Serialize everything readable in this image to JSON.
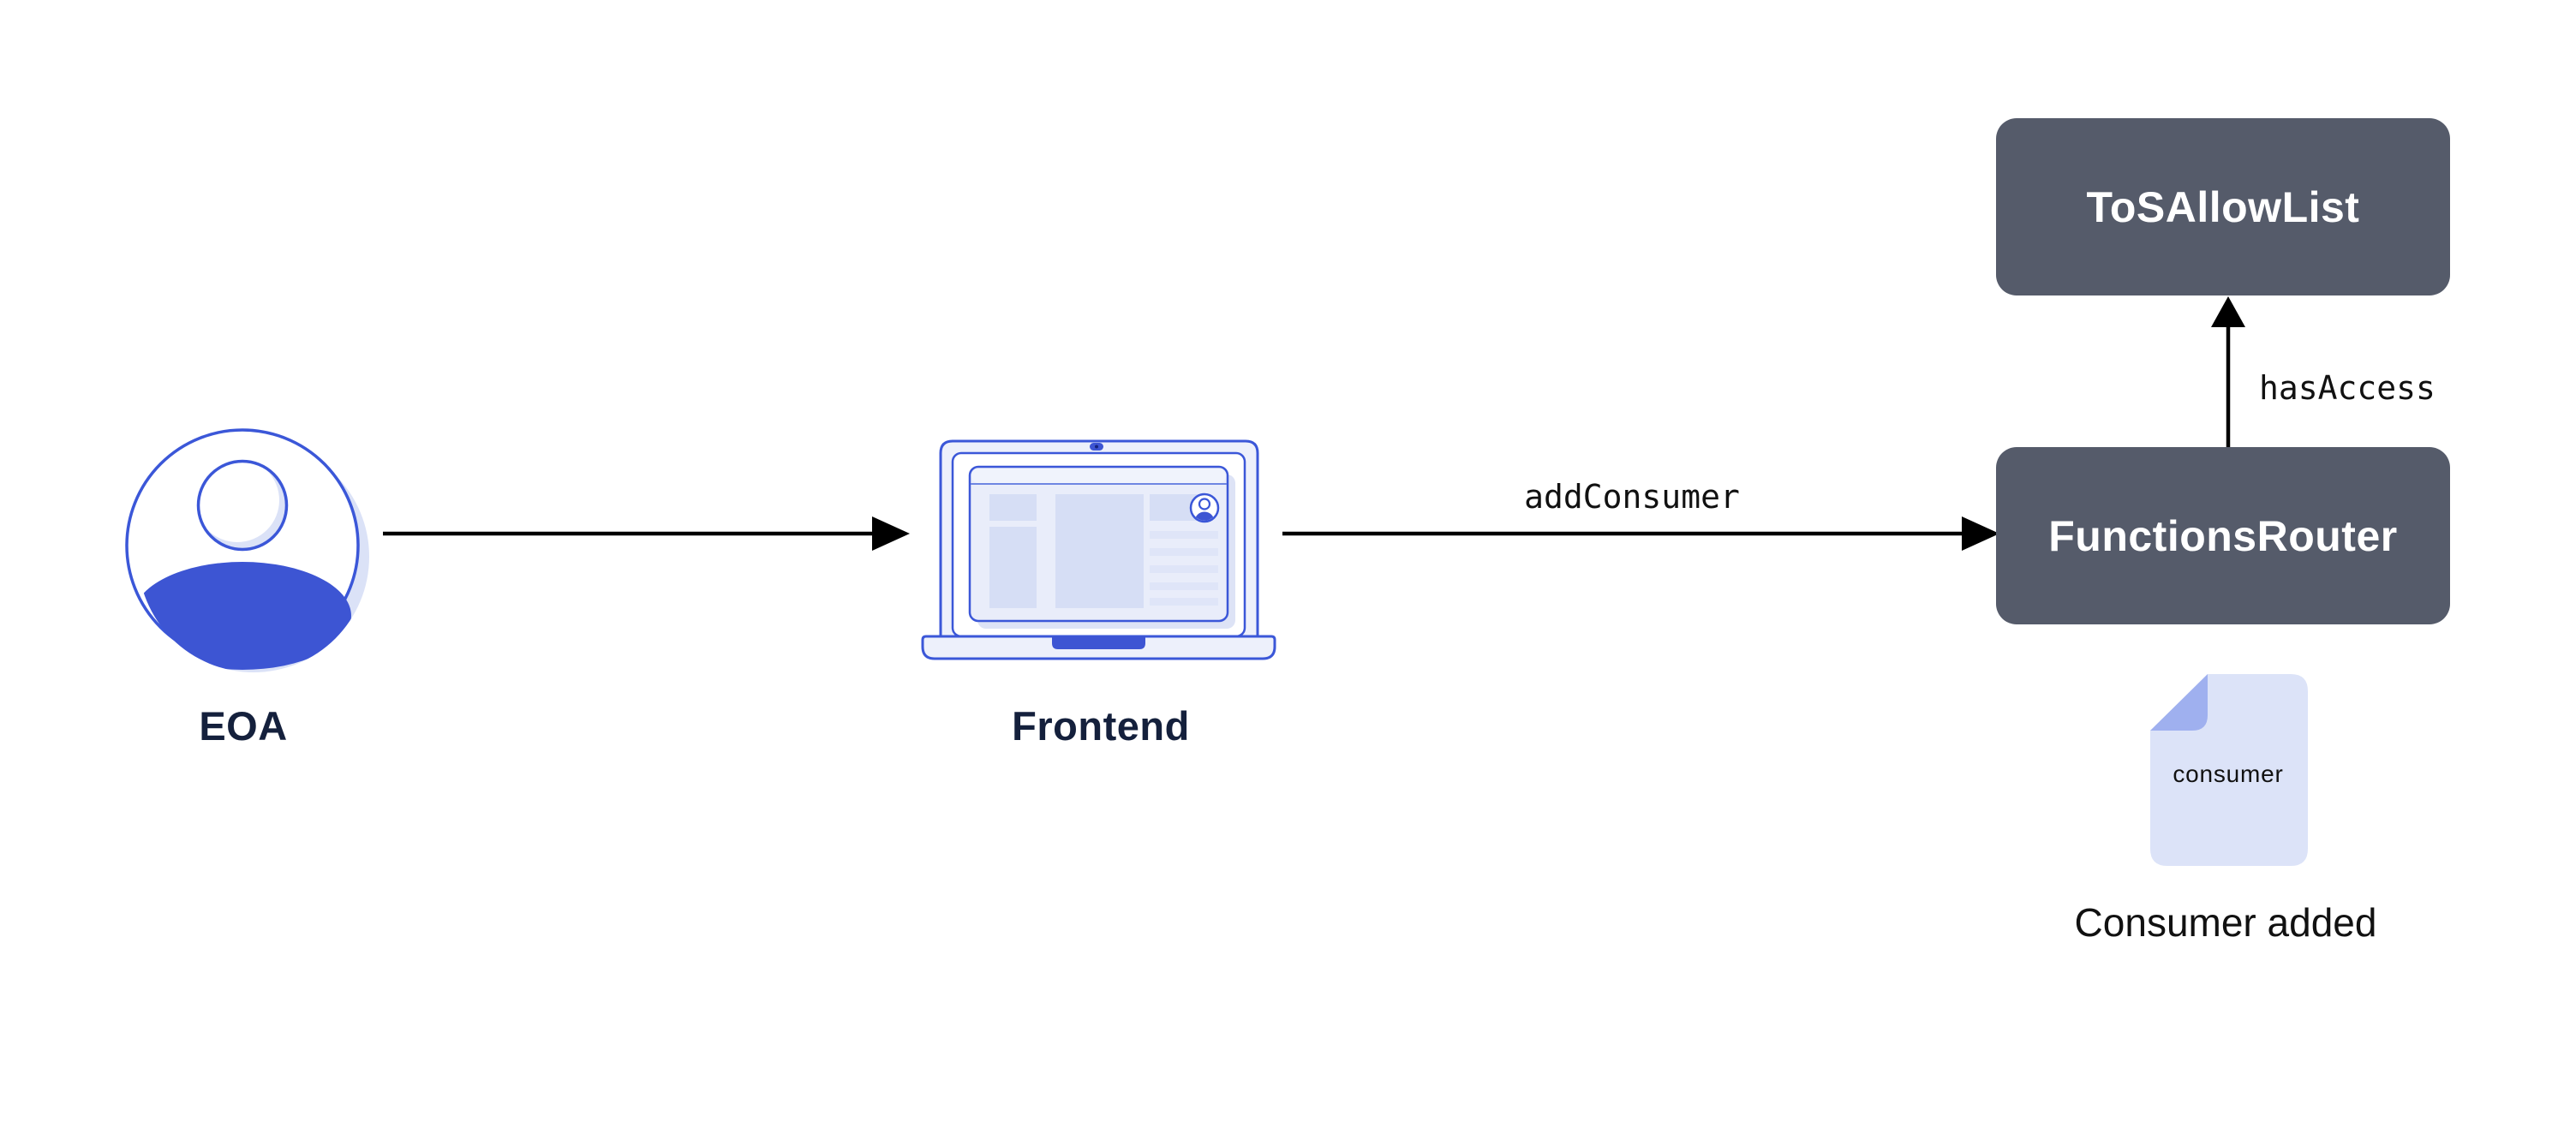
{
  "diagram_title": "",
  "colors": {
    "accent_blue": "#3b57d8",
    "solid_blue": "#3d55d3",
    "light_blue": "#dbe2f7",
    "panel_blue": "#e9edfa",
    "topbar_blue": "#f0f3fc",
    "block_blue": "#d6def5",
    "row_blue": "#dfe5f8",
    "lid_blue": "#edf0fb",
    "shadow_blue": "#dde3f6",
    "separator_blue": "#6e86e2",
    "doc_body": "#dce3f8",
    "doc_fold": "#9fb0ef",
    "slate_box": "#555b6a",
    "navy_text": "#14203c",
    "ink": "#111111",
    "arrow_black": "#000000"
  },
  "nodes": {
    "eoa": {
      "label": "EOA"
    },
    "frontend": {
      "label": "Frontend"
    },
    "functions_router": {
      "label": "FunctionsRouter"
    },
    "tos_allow_list": {
      "label": "ToSAllowList"
    },
    "consumer_doc": {
      "label": "consumer",
      "caption": "Consumer added"
    }
  },
  "edges": {
    "frontend_to_router": {
      "label": "addConsumer"
    },
    "router_to_allowlist": {
      "label": "hasAccess"
    }
  }
}
